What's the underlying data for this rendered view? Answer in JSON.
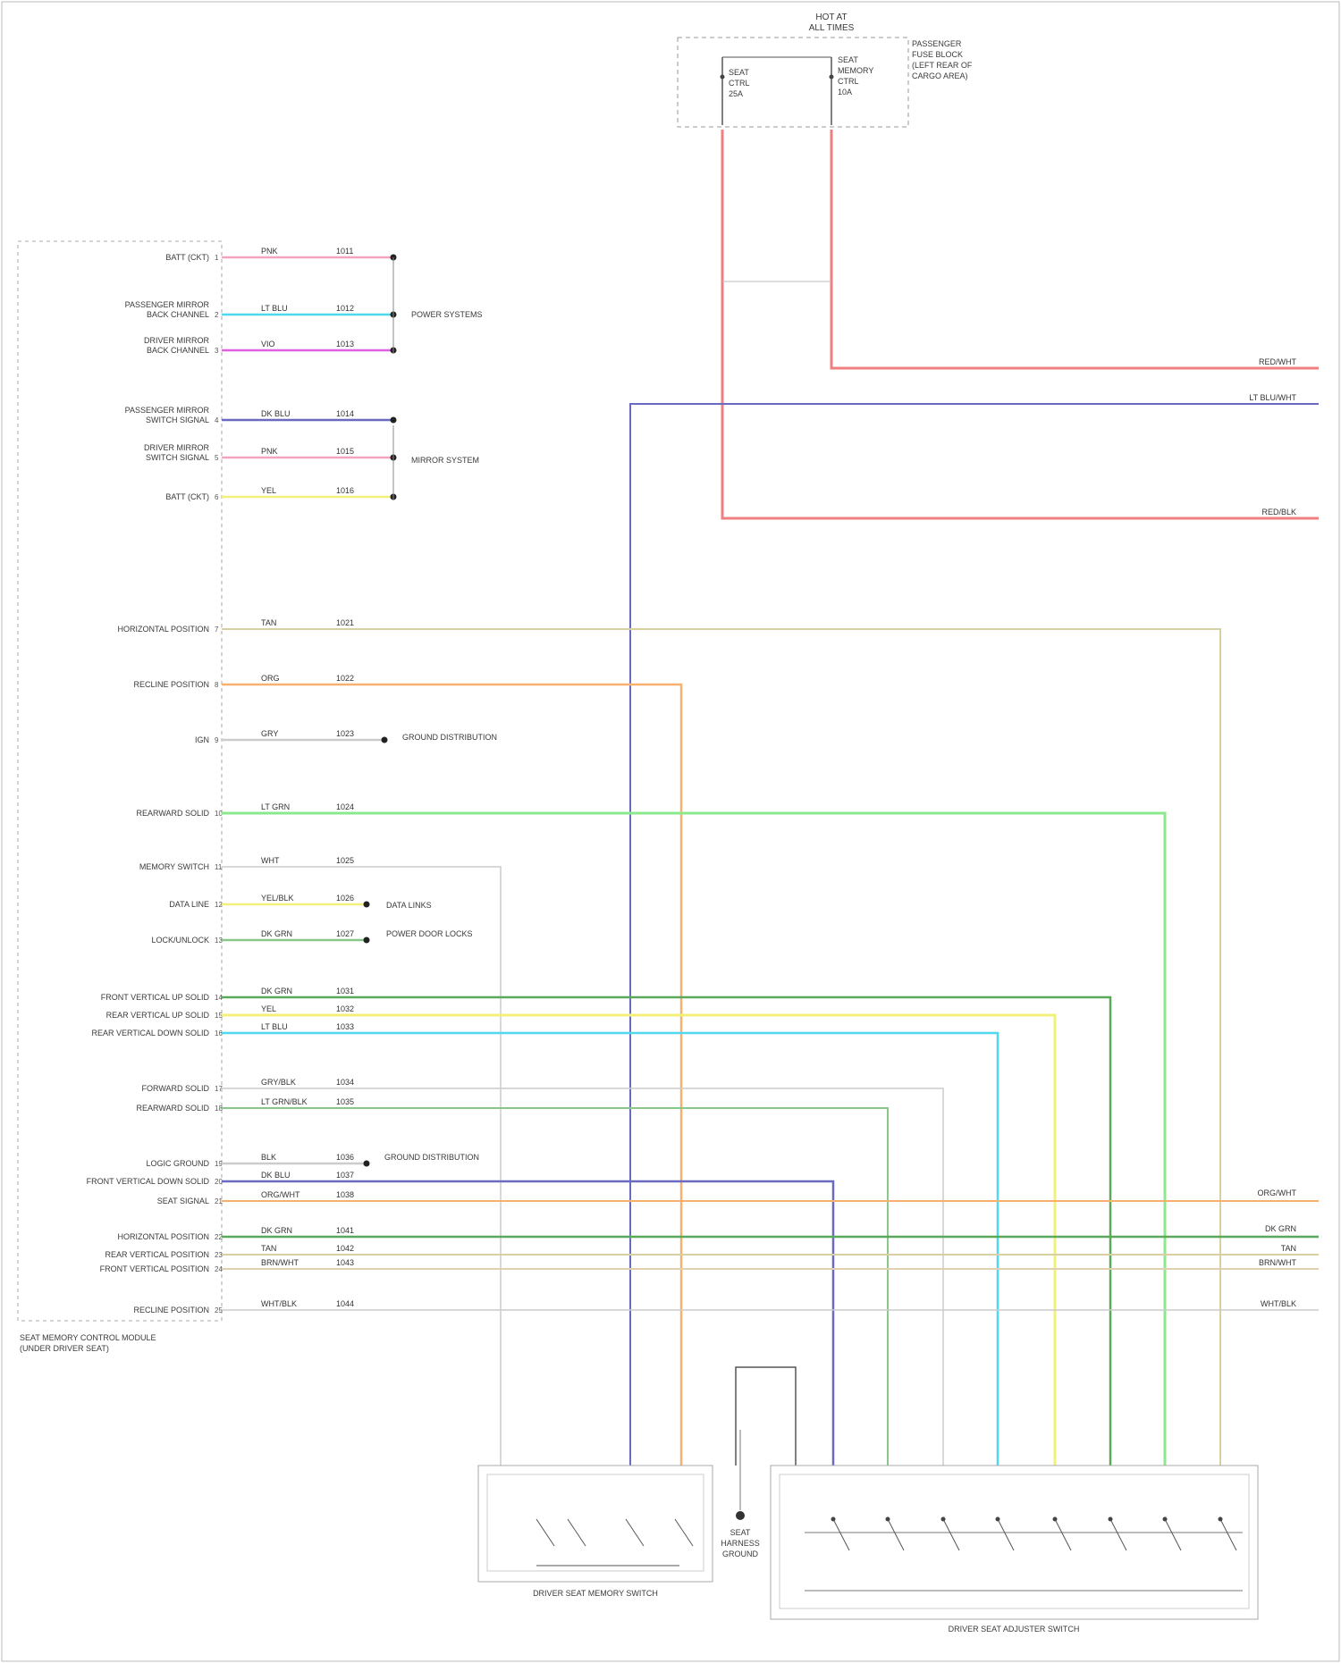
{
  "blur_notice": "",
  "fuse_block": {
    "title_lines": [
      "HOT AT",
      "ALL TIMES"
    ],
    "location_lines": [
      "PASSENGER",
      "FUSE BLOCK",
      "(LEFT REAR OF",
      "CARGO AREA)"
    ],
    "fuse_left_lines": [
      "SEAT",
      "CTRL",
      "25A"
    ],
    "fuse_right_lines": [
      "SEAT",
      "MEMORY",
      "CTRL",
      "10A"
    ]
  },
  "module": {
    "name_lines": [
      "SEAT MEMORY CONTROL MODULE",
      "(UNDER DRIVER SEAT)"
    ],
    "pins": [
      {
        "label": "BATT (CKT)",
        "color": "PNK",
        "circuit": "1011"
      },
      {
        "label": "PASSENGER MIRROR|BACK CHANNEL",
        "color": "LT BLU",
        "circuit": "1012"
      },
      {
        "label": "DRIVER MIRROR|BACK CHANNEL",
        "color": "VIO",
        "circuit": "1013"
      },
      {
        "label": "PASSENGER MIRROR|SWITCH SIGNAL",
        "color": "DK BLU",
        "circuit": "1014"
      },
      {
        "label": "DRIVER MIRROR|SWITCH SIGNAL",
        "color": "PNK",
        "circuit": "1015"
      },
      {
        "label": "BATT (CKT)",
        "color": "YEL",
        "circuit": "1016"
      },
      {
        "label": "HORIZONTAL POSITION",
        "color": "TAN",
        "circuit": "1021"
      },
      {
        "label": "RECLINE POSITION",
        "color": "ORG",
        "circuit": "1022"
      },
      {
        "label": "IGN",
        "color": "GRY",
        "circuit": "1023"
      },
      {
        "label": "REARWARD SOLID",
        "color": "LT GRN",
        "circuit": "1024"
      },
      {
        "label": "MEMORY SWITCH",
        "color": "WHT",
        "circuit": "1025"
      },
      {
        "label": "DATA LINE",
        "color": "YEL/BLK",
        "circuit": "1026"
      },
      {
        "label": "LOCK/UNLOCK",
        "color": "DK GRN",
        "circuit": "1027"
      },
      {
        "label": "FRONT VERTICAL UP SOLID",
        "color": "DK GRN",
        "circuit": "1031"
      },
      {
        "label": "REAR VERTICAL UP SOLID",
        "color": "YEL",
        "circuit": "1032"
      },
      {
        "label": "REAR VERTICAL DOWN SOLID",
        "color": "LT BLU",
        "circuit": "1033"
      },
      {
        "label": "FORWARD SOLID",
        "color": "GRY/BLK",
        "circuit": "1034"
      },
      {
        "label": "REARWARD SOLID",
        "color": "LT GRN/BLK",
        "circuit": "1035"
      },
      {
        "label": "LOGIC GROUND",
        "color": "BLK",
        "circuit": "1036"
      },
      {
        "label": "FRONT VERTICAL DOWN SOLID",
        "color": "DK BLU",
        "circuit": "1037"
      },
      {
        "label": "SEAT SIGNAL",
        "color": "ORG/WHT",
        "circuit": "1038"
      },
      {
        "label": "HORIZONTAL POSITION",
        "color": "DK GRN",
        "circuit": "1041"
      },
      {
        "label": "REAR VERTICAL POSITION",
        "color": "TAN",
        "circuit": "1042"
      },
      {
        "label": "FRONT VERTICAL POSITION",
        "color": "BRN/WHT",
        "circuit": "1043"
      },
      {
        "label": "RECLINE POSITION",
        "color": "WHT/BLK",
        "circuit": "1044"
      }
    ]
  },
  "destinations": {
    "power_system": "POWER SYSTEMS",
    "mirror_system": "MIRROR SYSTEM",
    "ground": "GROUND DISTRIBUTION",
    "data_bus": "DATA LINKS",
    "door_lock": "POWER DOOR LOCKS",
    "ground2": "GROUND DISTRIBUTION"
  },
  "right_edge_labels": [
    "RED/WHT",
    "LT BLU/WHT",
    "RED/BLK",
    "ORG/WHT",
    "DK GRN",
    "TAN",
    "BRN/WHT",
    "WHT/BLK"
  ],
  "bottom": {
    "memory_switch": "DRIVER SEAT MEMORY SWITCH",
    "seat_switch": "DRIVER SEAT ADJUSTER SWITCH",
    "ground_label_lines": [
      "SEAT",
      "HARNESS",
      "GROUND"
    ]
  },
  "footer": "",
  "colors": {
    "red": "#f08080",
    "pink": "#f4a4c0",
    "cyan": "#50d8ee",
    "magenta": "#e060e0",
    "blue": "#6a6ac0",
    "yellow": "#f2f07a",
    "tan": "#d8d0a0",
    "orange": "#f8b070",
    "green": "#8ce88c",
    "darkgreen": "#5aa85a"
  }
}
